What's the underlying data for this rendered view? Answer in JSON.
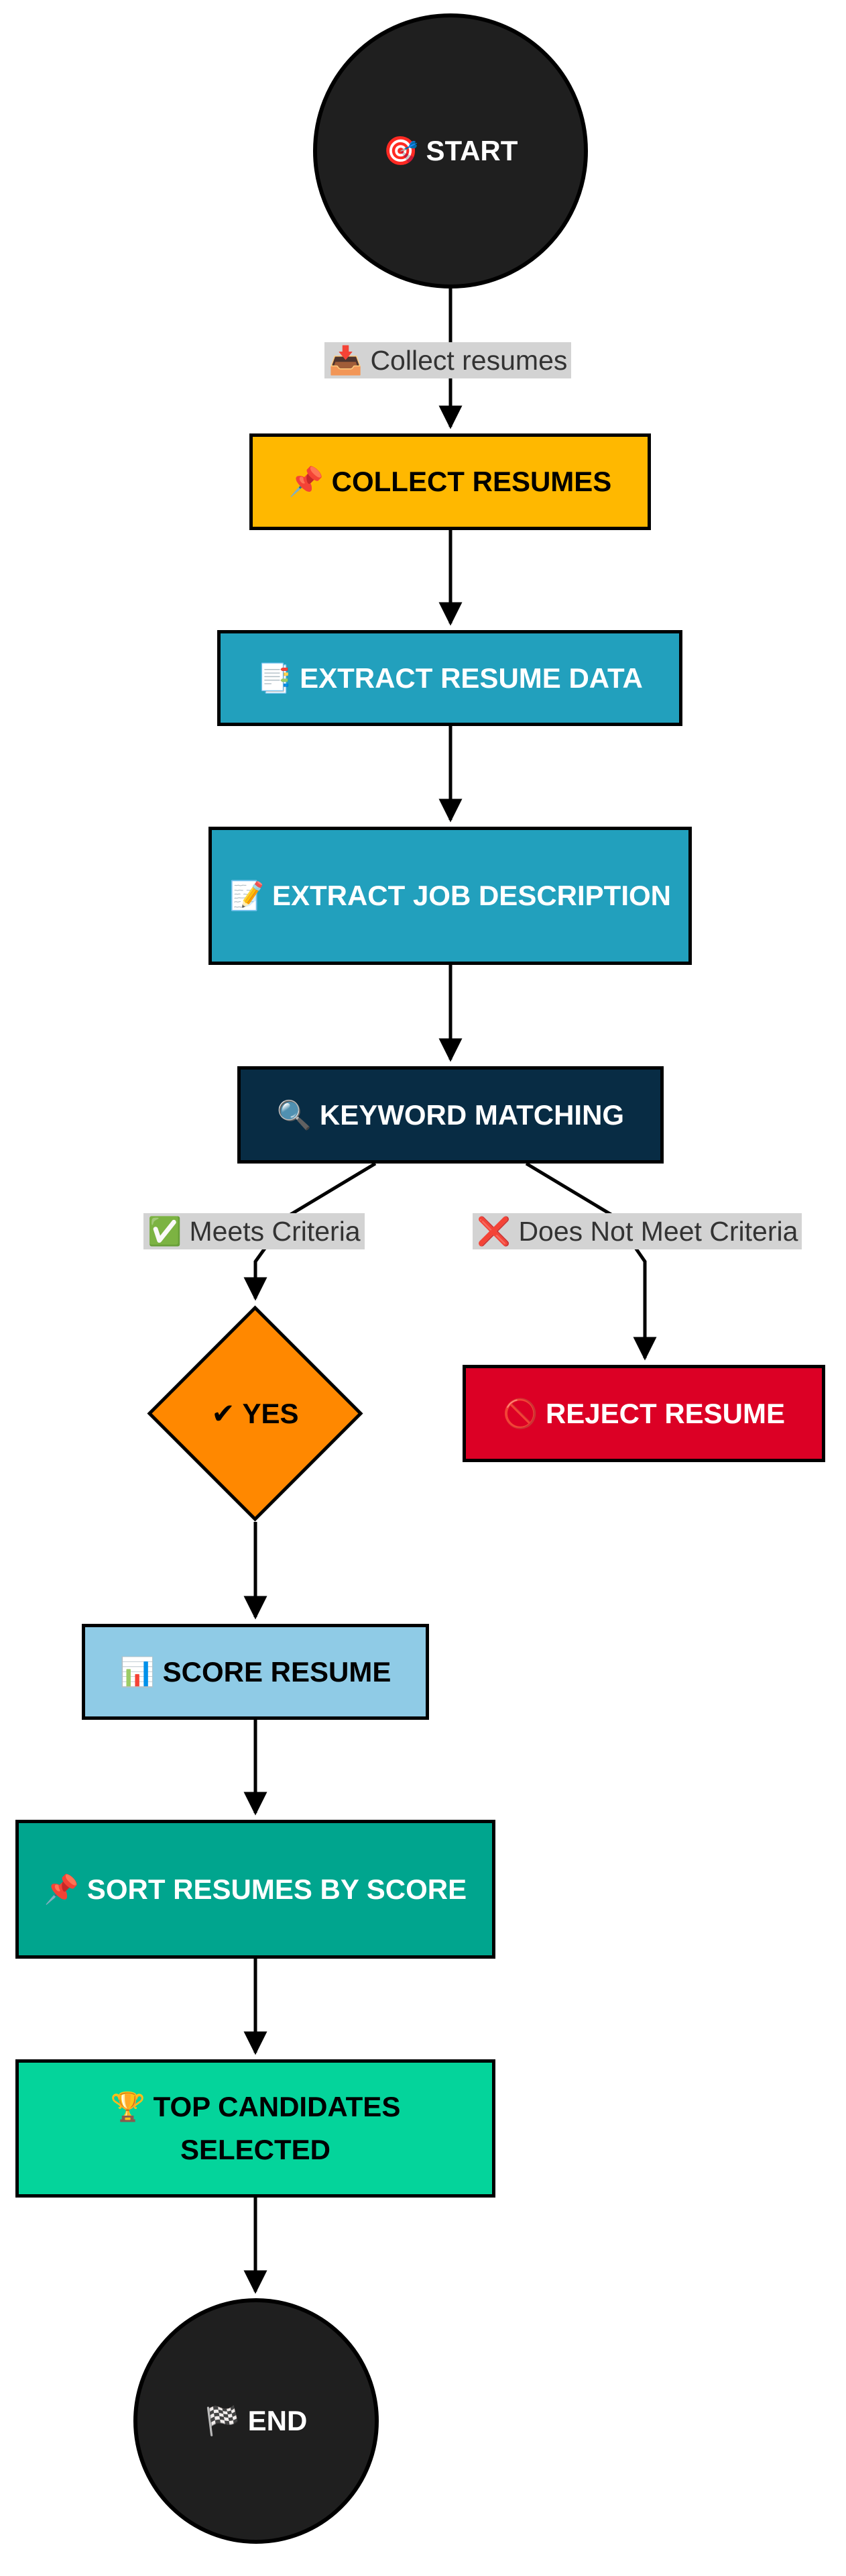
{
  "nodes": {
    "start": {
      "label": "🎯 START"
    },
    "collect": {
      "label": "📌 COLLECT RESUMES"
    },
    "extract": {
      "label": "📑 EXTRACT RESUME DATA"
    },
    "jd": {
      "label": "📝 EXTRACT JOB DESCRIPTION"
    },
    "keyword": {
      "label": "🔍 KEYWORD MATCHING"
    },
    "yes": {
      "label": "✔ YES"
    },
    "reject": {
      "label": "🚫 REJECT RESUME"
    },
    "score": {
      "label": "📊 SCORE RESUME"
    },
    "sort": {
      "label": "📌 SORT RESUMES BY SCORE"
    },
    "top": {
      "label": "🏆 TOP CANDIDATES SELECTED"
    },
    "end": {
      "label": "🏁 END"
    }
  },
  "edge_labels": {
    "collect": "📥 Collect resumes",
    "meets": "✅ Meets Criteria",
    "not_meets": "❌ Does Not Meet Criteria"
  },
  "colors": {
    "start": "#1f1f1f",
    "collect": "#ffb800",
    "extract": "#22a0bd",
    "keyword": "#082c44",
    "yes": "#ff8800",
    "reject": "#dc0025",
    "score": "#8fcbe6",
    "sort": "#00a58e",
    "top": "#04d49b",
    "edge_label_bg": "#d3d3d3"
  }
}
